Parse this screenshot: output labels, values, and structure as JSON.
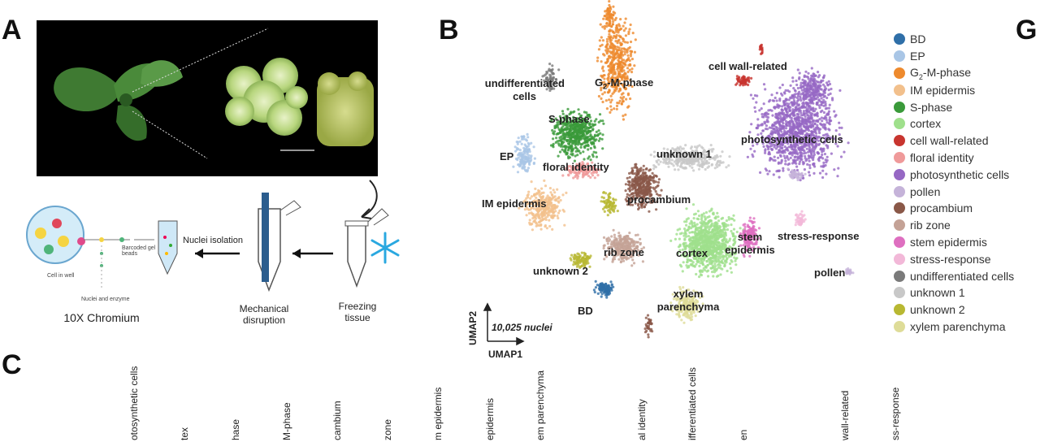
{
  "panels": {
    "a": "A",
    "b": "B",
    "c": "C",
    "g": "G"
  },
  "workflow": {
    "nuclei_isolation": "Nuclei isolation",
    "mechanical": [
      "Mechanical",
      "disruption"
    ],
    "freezing": [
      "Freezing",
      "tissue"
    ],
    "chromium": "10X Chromium",
    "barcoded": [
      "Barcoded gel",
      "beads"
    ],
    "cell_in_well": "Cell in well",
    "nuclei_enzyme": "Nuclei and enzyme"
  },
  "umap": {
    "nuclei_count": "10,025 nuclei",
    "axis_x": "UMAP1",
    "axis_y": "UMAP2",
    "cluster_labels": {
      "undiff": [
        "undifferentiated",
        "cells"
      ],
      "g2m_prefix": "G",
      "g2m_sub": "2",
      "g2m_suffix": "-M-phase",
      "cellwall": "cell wall-related",
      "sphase": "S-phase",
      "ep": "EP",
      "floral": "floral identity",
      "unknown1": "unknown 1",
      "photo": "photosynthetic cells",
      "procambium": "procambium",
      "im": "IM epidermis",
      "stem": [
        "stem",
        "epidermis"
      ],
      "stress": "stress-response",
      "ribzone": "rib zone",
      "cortex": "cortex",
      "unknown2": "unknown 2",
      "pollen": "pollen",
      "bd": "BD",
      "xylem": [
        "xylem",
        "parenchyma"
      ]
    }
  },
  "legend": [
    {
      "label": "BD",
      "color": "#2f6fa8"
    },
    {
      "label": "EP",
      "color": "#a9c6e6"
    },
    {
      "label": "G2-M-phase",
      "color": "#ee8a2d",
      "sub": true
    },
    {
      "label": "IM epidermis",
      "color": "#f2c08c"
    },
    {
      "label": "S-phase",
      "color": "#3a9a3a"
    },
    {
      "label": "cortex",
      "color": "#9fe08c"
    },
    {
      "label": "cell wall-related",
      "color": "#c8352f"
    },
    {
      "label": "floral identity",
      "color": "#ef9a9a"
    },
    {
      "label": "photosynthetic cells",
      "color": "#9668c4"
    },
    {
      "label": "pollen",
      "color": "#c5b3d9"
    },
    {
      "label": "procambium",
      "color": "#8a5848"
    },
    {
      "label": "rib zone",
      "color": "#c4a296"
    },
    {
      "label": "stem epidermis",
      "color": "#de6fc0"
    },
    {
      "label": "stress-response",
      "color": "#f2b8d8"
    },
    {
      "label": "undifferentiated cells",
      "color": "#7a7a7a"
    },
    {
      "label": "unknown 1",
      "color": "#c8c8c8"
    },
    {
      "label": "unknown 2",
      "color": "#b8b832"
    },
    {
      "label": "xylem parenchyma",
      "color": "#dedc98"
    }
  ],
  "c_labels": [
    "otosynthetic cells",
    "tex",
    "hase",
    "M-phase",
    "cambium",
    "zone",
    "m epidermis",
    "epidermis",
    "em parenchyma",
    "al identity",
    "ifferentiated cells",
    "en",
    "wall-related",
    "ss-response"
  ]
}
